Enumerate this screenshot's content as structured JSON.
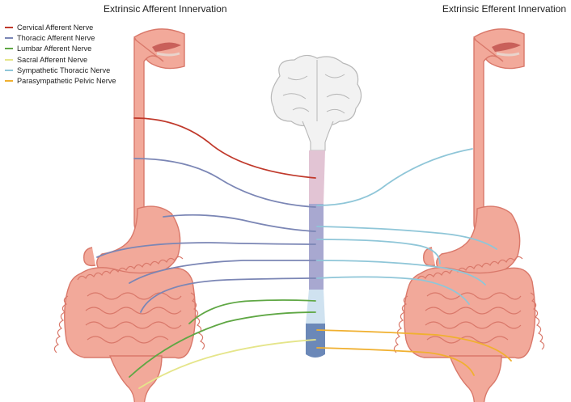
{
  "titles": {
    "left": "Extrinsic Afferent Innervation",
    "right": "Extrinsic Efferent Innervation"
  },
  "legend": [
    {
      "label": "Cervical Afferent Nerve",
      "color": "#c0392b"
    },
    {
      "label": "Thoracic Afferent Nerve",
      "color": "#7b86b5"
    },
    {
      "label": "Lumbar Afferent Nerve",
      "color": "#5fa744"
    },
    {
      "label": "Sacral Afferent Nerve",
      "color": "#e5e58a"
    },
    {
      "label": "Sympathetic Thoracic Nerve",
      "color": "#8fc6d8"
    },
    {
      "label": "Parasympathetic Pelvic Nerve",
      "color": "#f0b030"
    }
  ],
  "colors": {
    "gut_fill": "#f2a99a",
    "gut_stroke": "#d9786a",
    "brain_fill": "#f2f2f2",
    "brain_stroke": "#b8b8b8",
    "cord_cervical": "#e2c4d4",
    "cord_thoracic": "#a8a8d0",
    "cord_lumbar": "#cfe2f0",
    "cord_sacral": "#6b88b8"
  }
}
